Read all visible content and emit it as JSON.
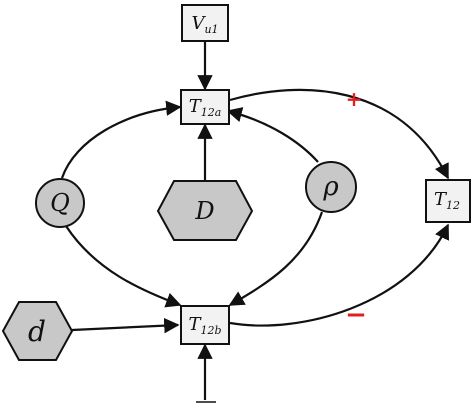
{
  "nodes": {
    "vu1": {
      "main": "V",
      "sub": "u1"
    },
    "t12a": {
      "main": "T",
      "sub": "12a"
    },
    "t12b": {
      "main": "T",
      "sub": "12b"
    },
    "t12": {
      "main": "T",
      "sub": "12"
    },
    "q": {
      "label": "Q"
    },
    "rho": {
      "label": "ρ"
    },
    "big_d": {
      "label": "D"
    },
    "small_d": {
      "label": "d"
    }
  },
  "edge_signs": {
    "t12a_to_t12": "+",
    "t12b_to_t12": "−"
  },
  "colors": {
    "line": "#111111",
    "node_fill": "#c8c8c8",
    "box_fill": "#f2f2f2",
    "sign_color": "#e02020"
  }
}
